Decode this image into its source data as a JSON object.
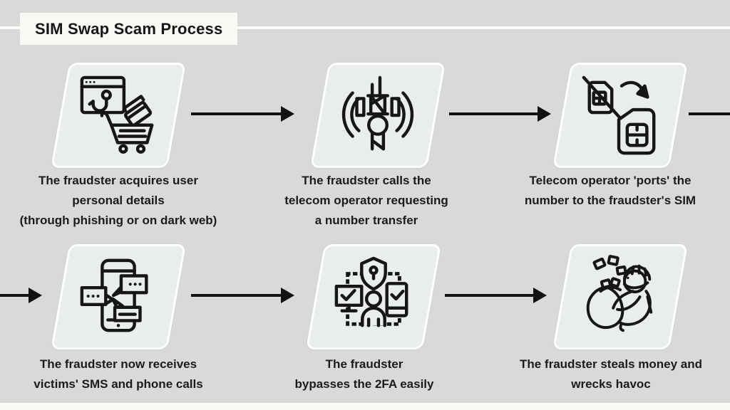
{
  "title": "SIM Swap Scam Process",
  "colors": {
    "background": "#d9d9d9",
    "card_fill": "#e9edec",
    "card_border": "#ffffff",
    "stroke": "#161616",
    "text": "#1b1b1b",
    "title_bg": "#f8f8f5",
    "accent_strip": "#fafaf7"
  },
  "steps": [
    {
      "name": "acquire-details",
      "icon": "phishing-cart-icon",
      "lines": [
        "The fraudster acquires user",
        "personal details",
        "(through phishing or on dark web)"
      ]
    },
    {
      "name": "call-operator",
      "icon": "cell-tower-icon",
      "lines": [
        "The fraudster calls the",
        "telecom operator requesting",
        "a number transfer"
      ]
    },
    {
      "name": "port-number",
      "icon": "sim-swap-icon",
      "lines": [
        "Telecom operator 'ports' the",
        "number to the fraudster's SIM"
      ]
    },
    {
      "name": "receive-sms",
      "icon": "phone-messages-icon",
      "lines": [
        "The fraudster now receives",
        "victims' SMS and phone calls"
      ]
    },
    {
      "name": "bypass-2fa",
      "icon": "2fa-bypass-icon",
      "lines": [
        "The fraudster",
        "bypasses the 2FA easily"
      ]
    },
    {
      "name": "steal-money",
      "icon": "thief-icon",
      "lines": [
        "The fraudster steals money and",
        "wrecks havoc"
      ]
    }
  ]
}
